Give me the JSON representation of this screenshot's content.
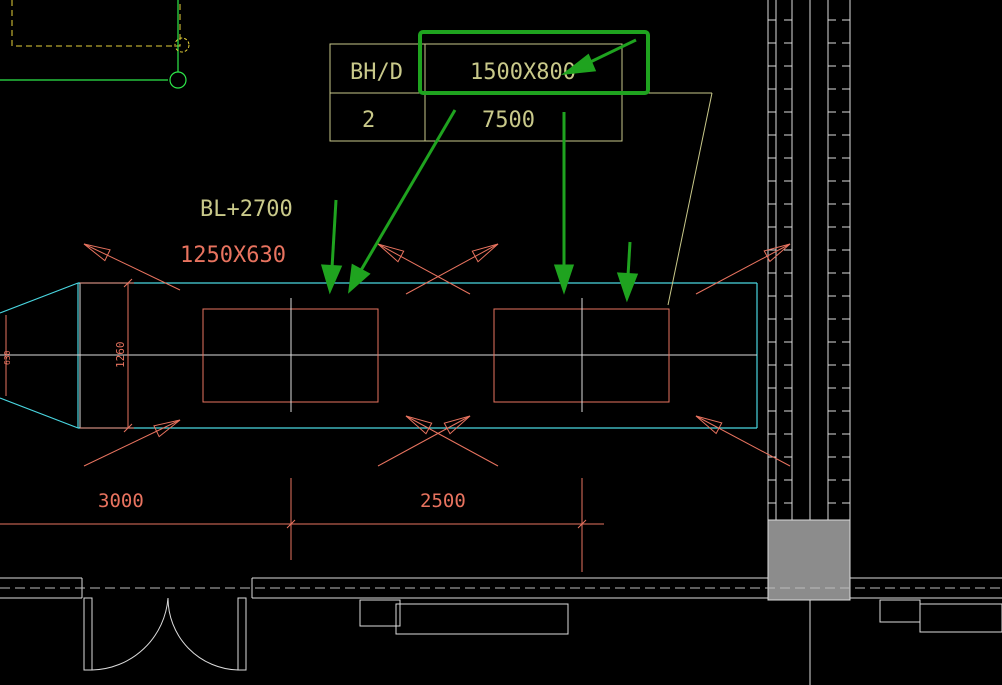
{
  "colors": {
    "background": "#000000",
    "duct": "#49d6e0",
    "red": "#e8735f",
    "white": "#dcdcdc",
    "table": "#c9c98a",
    "green_annotation": "#1fa31f",
    "yellow_dash": "#e6d23a",
    "cad_green": "#2ee84a",
    "shaft_fill": "#8c8c8c"
  },
  "table": {
    "header_col1": "BH/D",
    "header_col2": "1500X800",
    "row_col1": "2",
    "row_col2": "7500"
  },
  "duct_label": {
    "elevation": "BL+2700",
    "size": "1250X630"
  },
  "dims": {
    "duct_height": "1260",
    "left_small": "630",
    "bottom_left": "3000",
    "bottom_mid": "2500"
  }
}
